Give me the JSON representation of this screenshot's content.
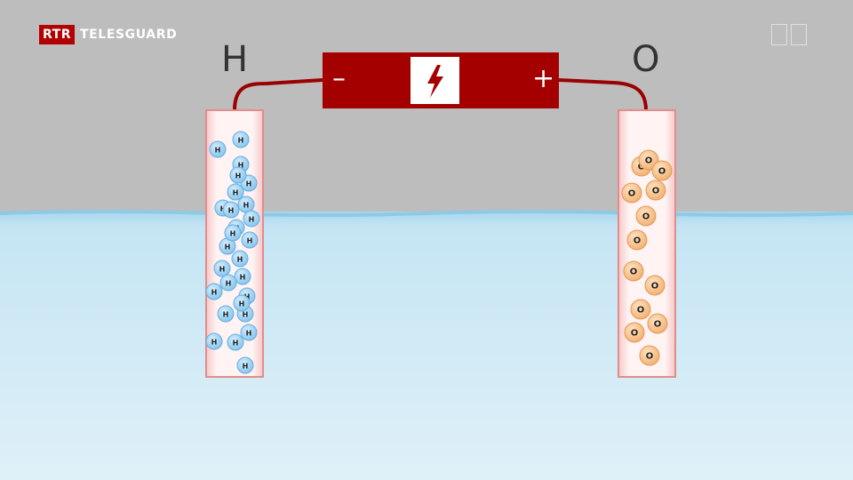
{
  "broadcaster": {
    "logo_short": "RTR",
    "logo_name": "TELESGUARD"
  },
  "electrodes": {
    "left_label": "H",
    "right_label": "O"
  },
  "battery": {
    "minus_label": "–",
    "plus_label": "+",
    "icon": "lightning-bolt-icon"
  },
  "molecules": {
    "left": {
      "symbol": "H",
      "count": 27,
      "color": "#8ecdf2"
    },
    "right": {
      "symbol": "O",
      "count": 13,
      "color": "#f6c08a"
    }
  },
  "colors": {
    "battery": "#a50000",
    "wire": "#9b0000",
    "tube_border": "#e38c8c",
    "water": "#cfe9f5",
    "background": "#bdbdbd"
  }
}
